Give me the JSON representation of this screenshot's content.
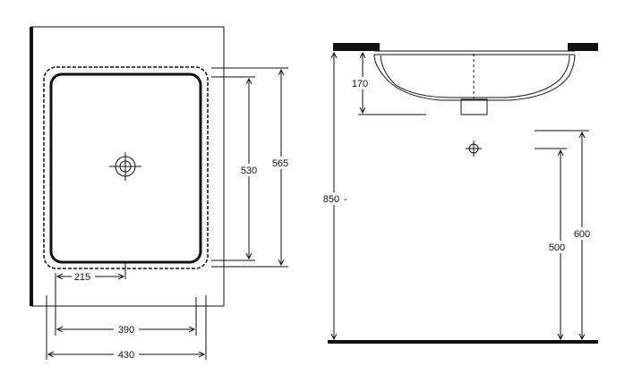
{
  "plan_view": {
    "dims": {
      "width_inner": "390",
      "width_outer": "430",
      "depth_inner": "530",
      "depth_outer": "565",
      "drain_offset": "215"
    }
  },
  "side_view": {
    "dims": {
      "bowl_depth": "170",
      "rim_height": "850",
      "drain_height_low": "500",
      "drain_height_high": "600"
    },
    "rim_tick_mark": "-"
  },
  "colors": {
    "line": "#111111",
    "background": "#ffffff"
  }
}
